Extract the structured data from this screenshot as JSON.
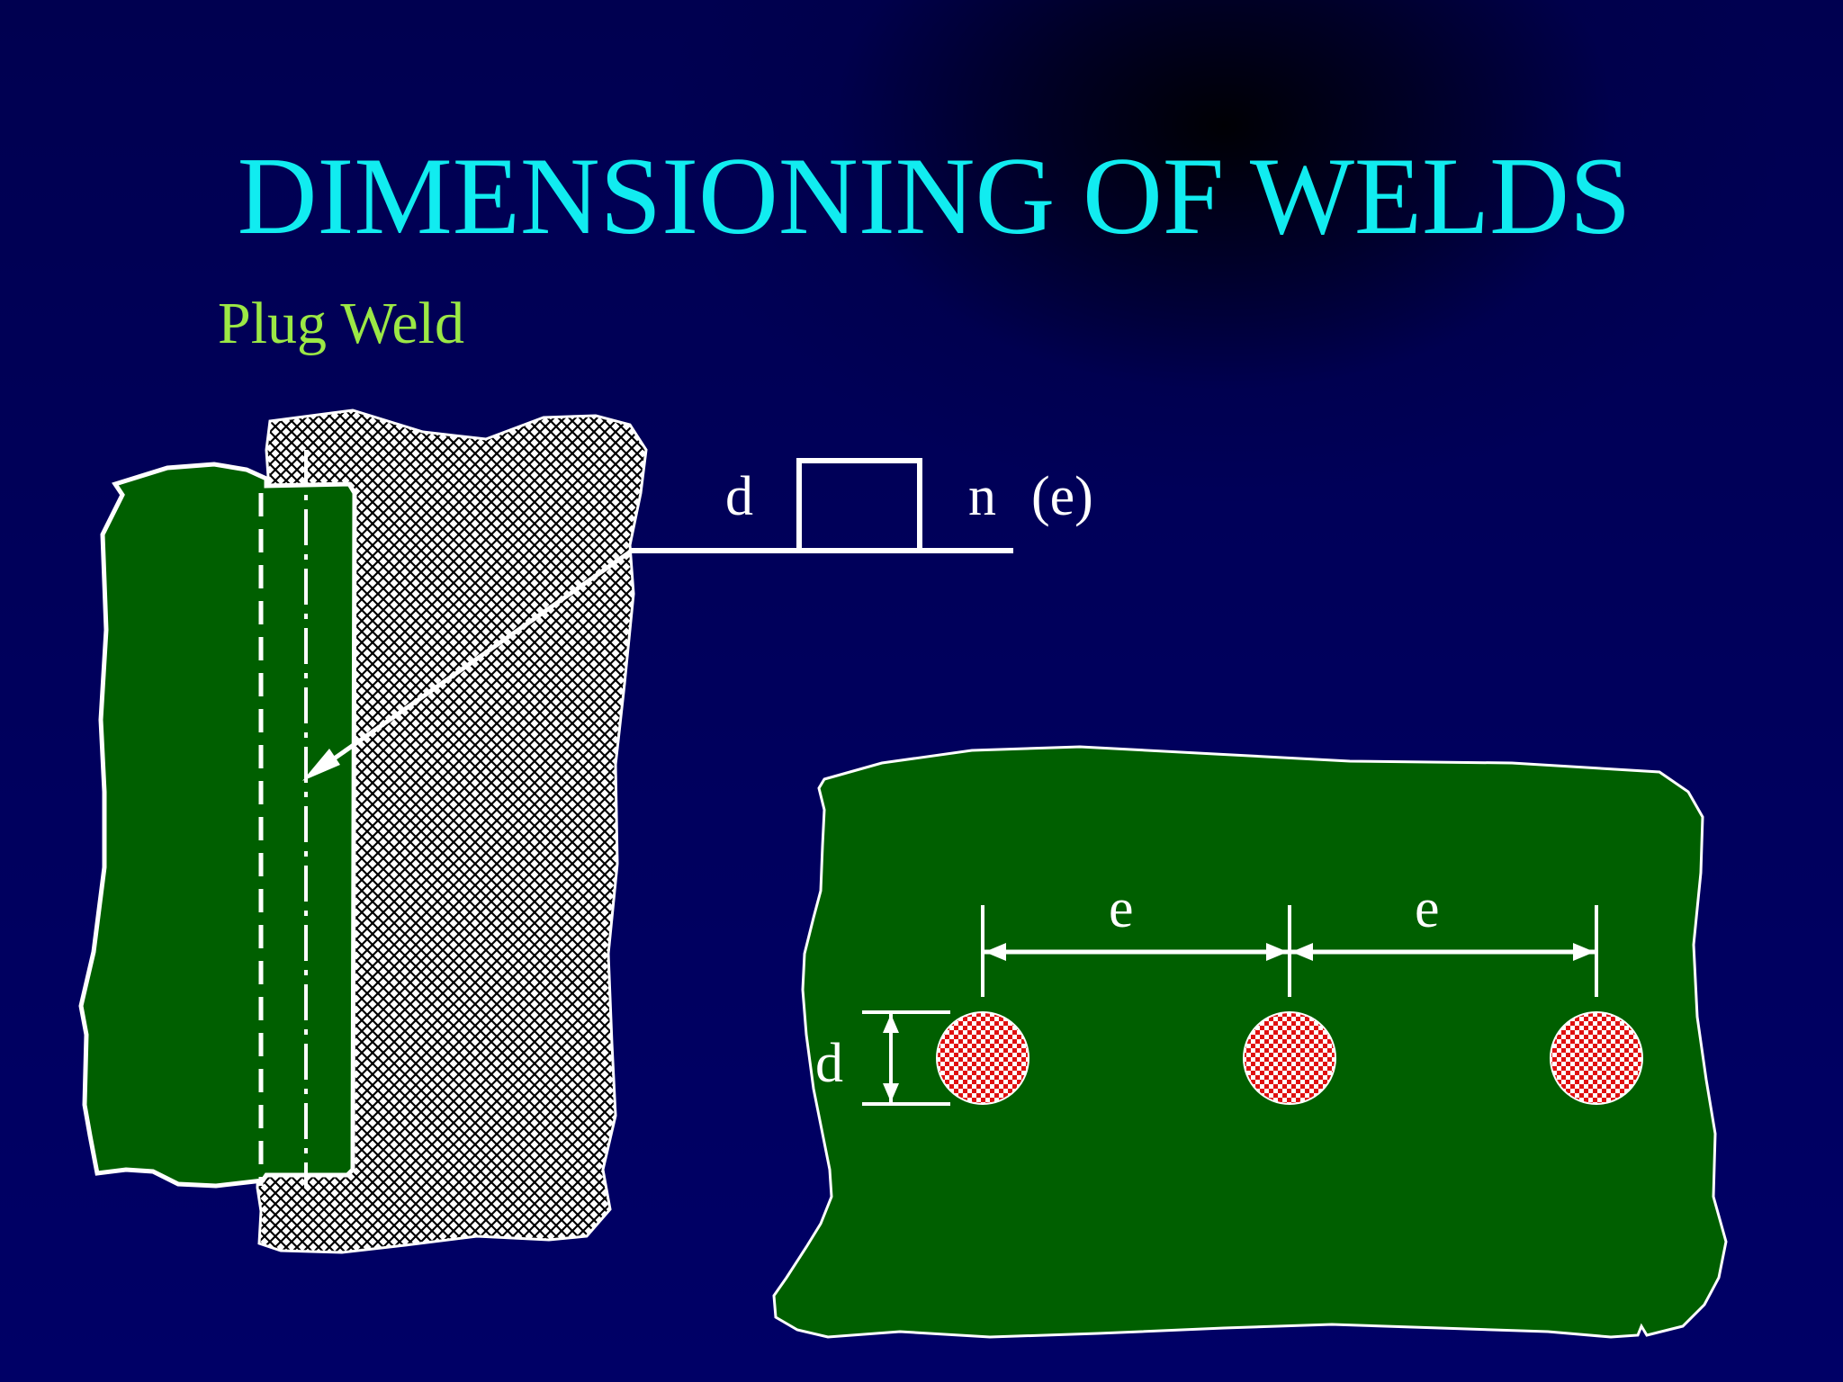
{
  "title": "DIMENSIONING OF WELDS",
  "subtitle": "Plug Weld",
  "weld_symbol": {
    "left_label": "d",
    "right_count_label": "n",
    "right_pitch_label": "(e)"
  },
  "plan_view": {
    "pitch_label_1": "e",
    "pitch_label_2": "e",
    "diameter_label": "d"
  },
  "colors": {
    "background": "#000066",
    "title": "#11ecf0",
    "subtitle": "#9be845",
    "plate": "#005f00",
    "weld_spot": "#e01010",
    "lines": "#ffffff"
  }
}
